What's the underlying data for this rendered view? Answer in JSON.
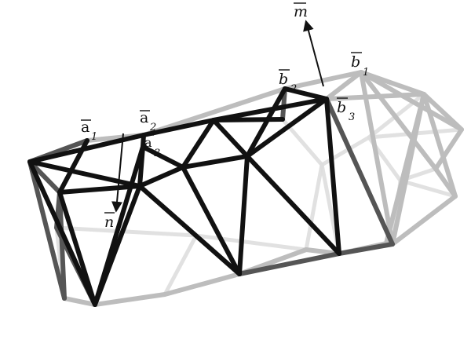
{
  "figure": {
    "labels": {
      "a1": {
        "base": "a",
        "sub": "1"
      },
      "a2": {
        "base": "a",
        "sub": "2"
      },
      "a3": {
        "base": "a",
        "sub": "3"
      },
      "b1": {
        "base": "b",
        "sub": "1"
      },
      "b2": {
        "base": "b",
        "sub": "2"
      },
      "b3": {
        "base": "b",
        "sub": "3"
      },
      "m": {
        "base": "m",
        "sub": ""
      },
      "n": {
        "base": "n",
        "sub": ""
      }
    },
    "colors": {
      "dark_struts": "#111111",
      "mid_struts": "#555555",
      "light_struts": "#bdbdbd",
      "faint_struts": "#dedede",
      "arrows": "#111111"
    }
  }
}
